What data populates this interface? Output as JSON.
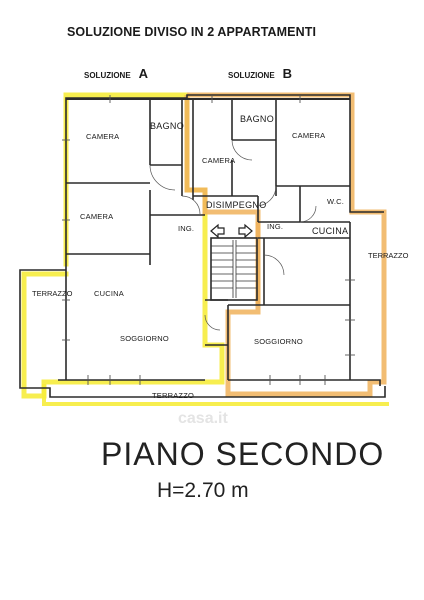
{
  "title": "SOLUZIONE DIVISO IN 2 APPARTAMENTI",
  "solution_a": {
    "label": "SOLUZIONE",
    "letter": "A"
  },
  "solution_b": {
    "label": "SOLUZIONE",
    "letter": "B"
  },
  "rooms": {
    "camera_a1": "CAMERA",
    "bagno_a": "BAGNO",
    "camera_b1": "CAMERA",
    "bagno_b": "BAGNO",
    "camera_b2": "CAMERA",
    "camera_a2": "CAMERA",
    "disimpegno": "DISIMPEGNO",
    "wc": "W.C.",
    "ing_a": "ING.",
    "ing_b": "ING.",
    "cucina_b": "CUCINA",
    "cucina_a": "CUCINA",
    "soggiorno_a": "SOGGIORNO",
    "soggiorno_b": "SOGGIORNO",
    "terrazzo_left": "TERRAZZO",
    "terrazzo_right": "TERRAZZO",
    "terrazzo_bottom": "TERRAZZO"
  },
  "floor_name": "PIANO SECONDO",
  "floor_height": "H=2.70 m",
  "watermark": "casa.it",
  "colors": {
    "apartment_a_highlight": "#f6ec3c",
    "apartment_b_highlight": "#f0b25a",
    "wall": "#2b2b2b"
  }
}
